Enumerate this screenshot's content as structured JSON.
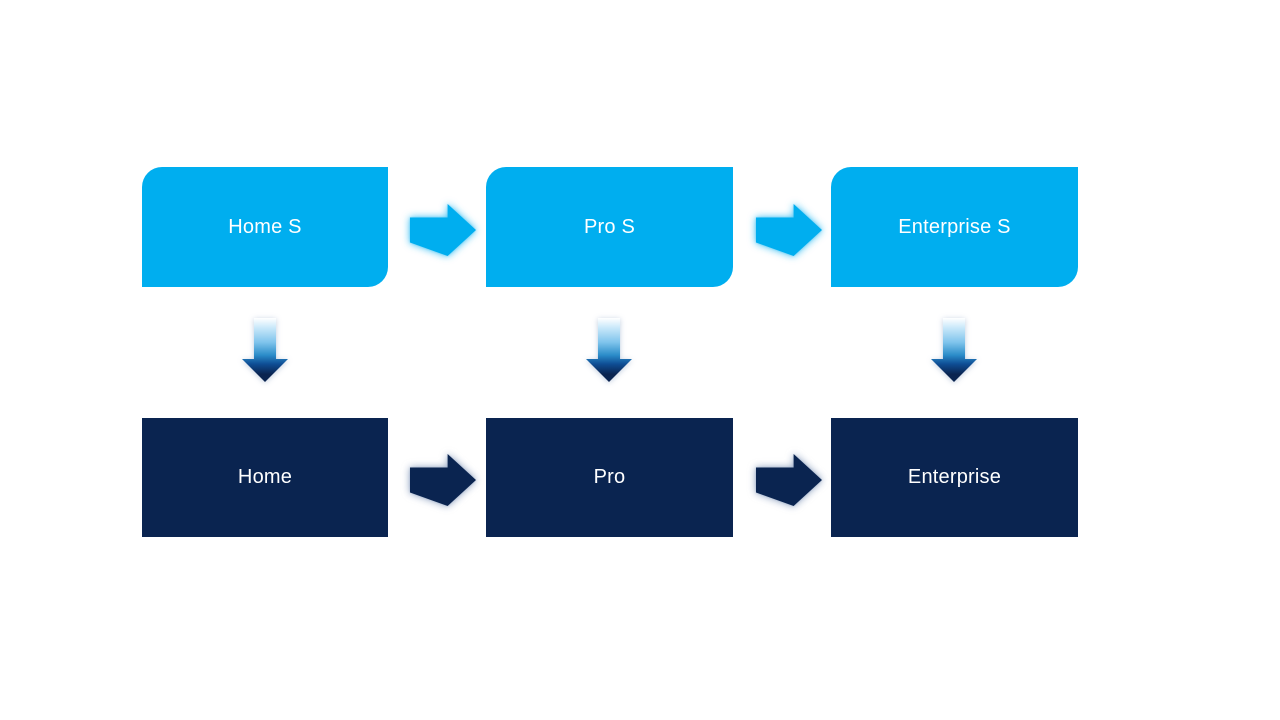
{
  "diagram": {
    "type": "process-upgrade-flow",
    "nodes": {
      "top_row": [
        {
          "label": "Home S"
        },
        {
          "label": "Pro S"
        },
        {
          "label": "Enterprise S"
        }
      ],
      "bottom_row": [
        {
          "label": "Home"
        },
        {
          "label": "Pro"
        },
        {
          "label": "Enterprise"
        }
      ]
    },
    "connectors": {
      "top_row_arrows": [
        "right-arrow",
        "right-arrow"
      ],
      "bottom_row_arrows": [
        "right-arrow",
        "right-arrow"
      ],
      "column_arrows": [
        "down-arrow",
        "down-arrow",
        "down-arrow"
      ]
    }
  },
  "colors": {
    "accent-blue": "#00AEEF",
    "navy": "#0A2450",
    "text-light": "#FFFFFF",
    "canvas-bg": "#FFFFFF",
    "glow-cyan": "#8ED8F8",
    "glow-slate": "#B6C2D9"
  }
}
